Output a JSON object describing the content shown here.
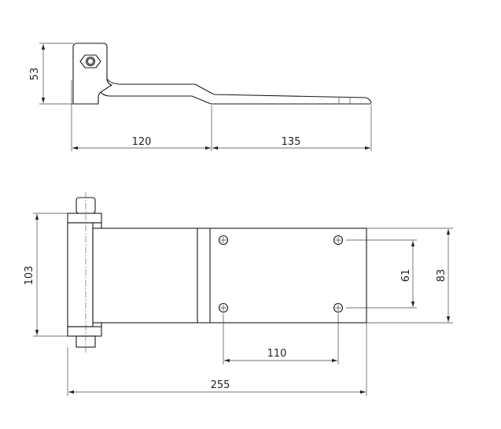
{
  "side_view": {
    "dimensions": {
      "height": "53",
      "length_left": "120",
      "length_right": "135"
    }
  },
  "top_view": {
    "dimensions": {
      "overall_height": "103",
      "plate_height": "83",
      "hole_spacing_vertical": "61",
      "hole_spacing_horizontal": "110",
      "overall_length": "255"
    }
  },
  "colors": {
    "line": "#1a1a1a",
    "background": "#ffffff"
  }
}
